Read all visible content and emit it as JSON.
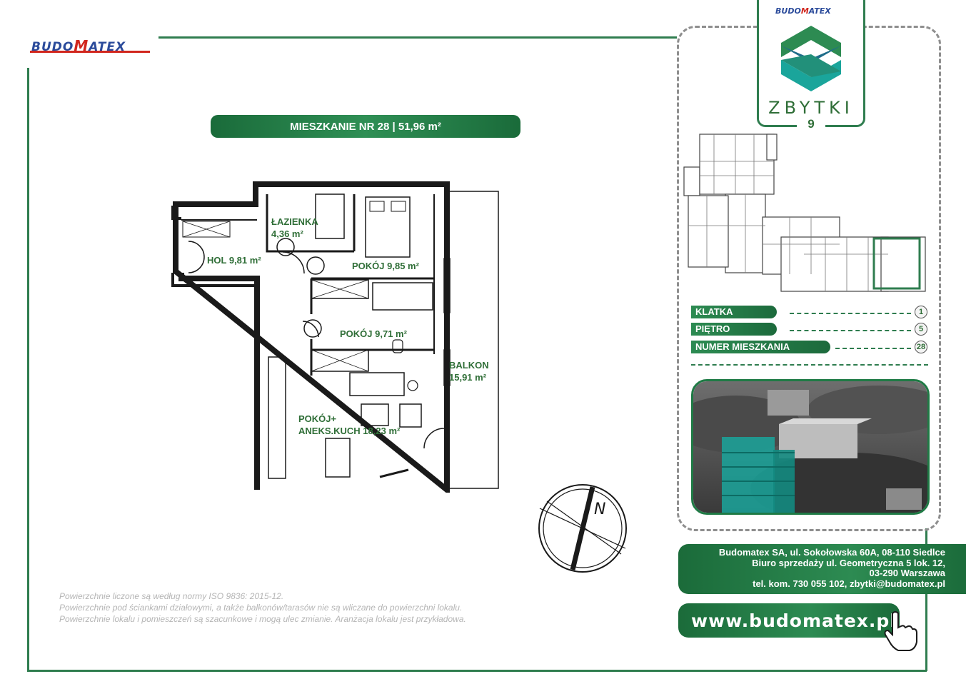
{
  "brand": {
    "part1": "BUDO",
    "m": "M",
    "part2": "ATEX"
  },
  "apartment_title": "MIESZKANIE NR 28 | 51,96 m²",
  "rooms": [
    {
      "name": "ŁAZIENKA",
      "area": "4,36 m²"
    },
    {
      "name": "HOL",
      "area": "9,81 m²"
    },
    {
      "name": "POKÓJ",
      "area": "9,85 m²"
    },
    {
      "name": "POKÓJ",
      "area": "9,71 m²"
    },
    {
      "name": "BALKON",
      "area": "15,91 m²"
    },
    {
      "name": "POKÓJ+",
      "name2": "ANEKS.KUCH",
      "area": "18,23 m²"
    }
  ],
  "compass_label": "N",
  "notes": [
    "Powierzchnie liczone są według normy ISO 9836: 2015-12.",
    "Powierzchnie pod ściankami działowymi, a także balkonów/tarasów nie są wliczane do powierzchni lokalu.",
    "Powierzchnie lokalu i pomieszczeń są szacunkowe i mogą ulec zmianie. Aranżacja lokalu jest przykładowa."
  ],
  "project": {
    "name": "ZBYTKI",
    "number": "9"
  },
  "info": [
    {
      "label": "KLATKA",
      "value": "1"
    },
    {
      "label": "PIĘTRO",
      "value": "5"
    },
    {
      "label": "NUMER MIESZKANIA",
      "value": "28"
    }
  ],
  "contact": {
    "line1": "Budomatex SA, ul. Sokołowska 60A, 08-110 Siedlce",
    "line2": "Biuro sprzedaży ul. Geometryczna 5 lok. 12,",
    "line3": "03-290 Warszawa",
    "line4": "tel. kom. 730 055 102, zbytki@budomatex.pl"
  },
  "website": "www.budomatex.pl",
  "colors": {
    "green": "#2f7d4f",
    "label_green": "#2f6e37",
    "brand_blue": "#2b4b9b",
    "brand_red": "#d1261d",
    "teal": "#1aa59b"
  }
}
